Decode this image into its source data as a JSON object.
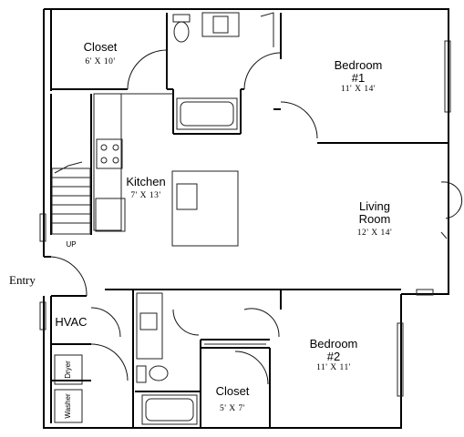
{
  "rooms": {
    "closet_top": {
      "name": "Closet",
      "dims": "6' X 10'"
    },
    "bedroom1": {
      "name_line1": "Bedroom",
      "name_line2": "#1",
      "dims": "11' X 14'"
    },
    "kitchen": {
      "name": "Kitchen",
      "dims": "7' X 13'"
    },
    "living": {
      "name_line1": "Living",
      "name_line2": "Room",
      "dims": "12' X 14'"
    },
    "bedroom2": {
      "name_line1": "Bedroom",
      "name_line2": "#2",
      "dims": "11' X 11'"
    },
    "closet_bottom": {
      "name": "Closet",
      "dims": "5' X 7'"
    },
    "hvac": {
      "name": "HVAC"
    }
  },
  "labels": {
    "entry": "Entry",
    "stairs_up": "UP",
    "dryer": "Dryer",
    "washer": "Washer"
  }
}
